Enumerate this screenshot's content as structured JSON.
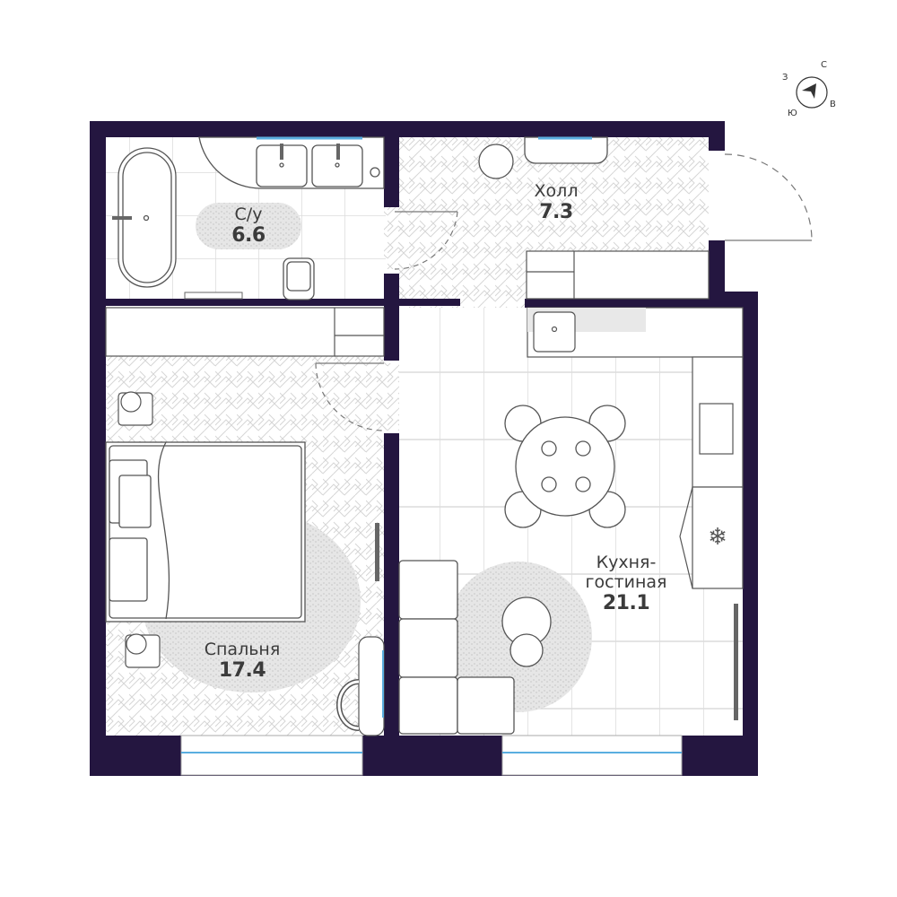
{
  "plan": {
    "wall_color": "#241640",
    "floor_tile_color": "#d9d9d9",
    "herringbone_color": "#d6d6d6",
    "furniture_stroke": "#555555",
    "window_accent": "#5aaee0",
    "rug_color": "#dcdcdc"
  },
  "compass": {
    "north": "С",
    "east": "В",
    "south": "Ю",
    "west": "З"
  },
  "rooms": [
    {
      "id": "bathroom",
      "name": "С/у",
      "area": "6.6"
    },
    {
      "id": "hall",
      "name": "Холл",
      "area": "7.3"
    },
    {
      "id": "bedroom",
      "name": "Спальня",
      "area": "17.4"
    },
    {
      "id": "kitchen_living",
      "name": "Кухня-",
      "name2": "гостиная",
      "area": "21.1"
    }
  ]
}
